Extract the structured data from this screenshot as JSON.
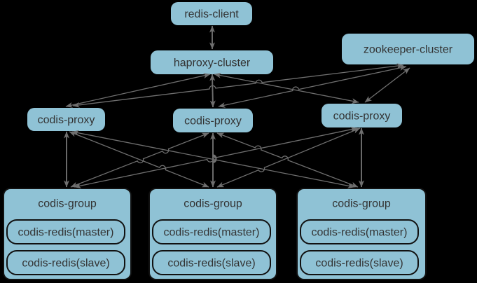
{
  "diagram": {
    "colors": {
      "background": "#000000",
      "node_fill": "#8fc2d5",
      "node_border": "#111111",
      "edge": "#6f6f6f",
      "text": "#333333"
    },
    "nodes": [
      {
        "id": "redis-client",
        "label": "redis-client"
      },
      {
        "id": "haproxy-cluster",
        "label": "haproxy-cluster"
      },
      {
        "id": "zookeeper-cluster",
        "label": "zookeeper-cluster"
      },
      {
        "id": "codis-proxy-1",
        "label": "codis-proxy"
      },
      {
        "id": "codis-proxy-2",
        "label": "codis-proxy"
      },
      {
        "id": "codis-proxy-3",
        "label": "codis-proxy"
      },
      {
        "id": "codis-group-1",
        "label": "codis-group",
        "children": [
          {
            "id": "codis-redis-master-1",
            "label": "codis-redis(master)"
          },
          {
            "id": "codis-redis-slave-1",
            "label": "codis-redis(slave)"
          }
        ]
      },
      {
        "id": "codis-group-2",
        "label": "codis-group",
        "children": [
          {
            "id": "codis-redis-master-2",
            "label": "codis-redis(master)"
          },
          {
            "id": "codis-redis-slave-2",
            "label": "codis-redis(slave)"
          }
        ]
      },
      {
        "id": "codis-group-3",
        "label": "codis-group",
        "children": [
          {
            "id": "codis-redis-master-3",
            "label": "codis-redis(master)"
          },
          {
            "id": "codis-redis-slave-3",
            "label": "codis-redis(slave)"
          }
        ]
      }
    ],
    "edges": [
      {
        "from": "redis-client",
        "to": "haproxy-cluster",
        "style": "bidirectional"
      },
      {
        "from": "haproxy-cluster",
        "to": "codis-proxy-1",
        "style": "bidirectional"
      },
      {
        "from": "haproxy-cluster",
        "to": "codis-proxy-2",
        "style": "bidirectional"
      },
      {
        "from": "haproxy-cluster",
        "to": "codis-proxy-3",
        "style": "bidirectional"
      },
      {
        "from": "codis-proxy-1",
        "to": "zookeeper-cluster",
        "style": "bidirectional"
      },
      {
        "from": "codis-proxy-2",
        "to": "zookeeper-cluster",
        "style": "bidirectional"
      },
      {
        "from": "codis-proxy-3",
        "to": "zookeeper-cluster",
        "style": "bidirectional"
      },
      {
        "from": "codis-proxy-1",
        "to": "codis-group-3",
        "style": "bidirectional"
      },
      {
        "from": "codis-proxy-3",
        "to": "codis-group-1",
        "style": "bidirectional"
      },
      {
        "from": "codis-proxy-1",
        "to": "codis-group-2",
        "style": "bidirectional"
      },
      {
        "from": "codis-proxy-3",
        "to": "codis-group-2",
        "style": "bidirectional"
      },
      {
        "from": "codis-proxy-2",
        "to": "codis-group-1",
        "style": "bidirectional"
      },
      {
        "from": "codis-proxy-2",
        "to": "codis-group-3",
        "style": "bidirectional"
      },
      {
        "from": "codis-proxy-1",
        "to": "codis-group-1",
        "style": "bidirectional"
      },
      {
        "from": "codis-proxy-2",
        "to": "codis-group-2",
        "style": "bidirectional"
      },
      {
        "from": "codis-proxy-3",
        "to": "codis-group-3",
        "style": "bidirectional"
      }
    ]
  }
}
